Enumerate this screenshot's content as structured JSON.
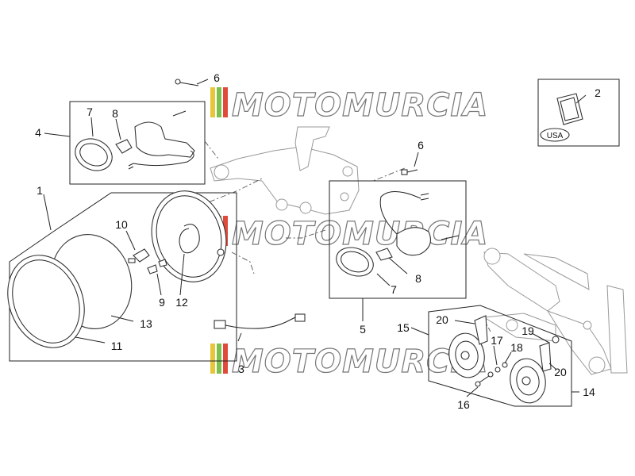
{
  "watermark": {
    "text": "MOTOMURCIA",
    "stripe_colors": [
      "#e8c63a",
      "#7cc04c",
      "#e04a3a"
    ]
  },
  "region_label": "USA",
  "callouts": {
    "c1": "1",
    "c2": "2",
    "c3": "3",
    "c4": "4",
    "c5": "5",
    "c6a": "6",
    "c6b": "6",
    "c7a": "7",
    "c7b": "7",
    "c8a": "8",
    "c8b": "8",
    "c9": "9",
    "c10": "10",
    "c11": "11",
    "c12": "12",
    "c13": "13",
    "c14": "14",
    "c15": "15",
    "c16": "16",
    "c17": "17",
    "c18": "18",
    "c19": "19",
    "c20a": "20",
    "c20b": "20"
  }
}
